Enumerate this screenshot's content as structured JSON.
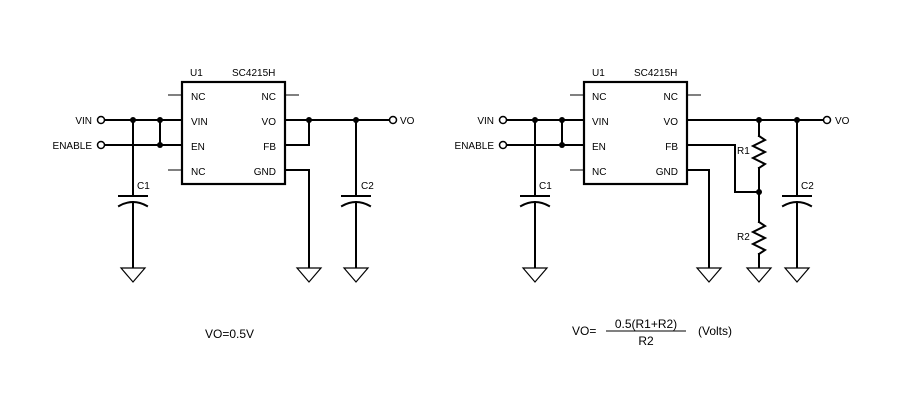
{
  "left_circuit": {
    "ref": "U1",
    "part": "SC4215H",
    "pins_left": [
      "NC",
      "VIN",
      "EN",
      "NC"
    ],
    "pins_right": [
      "NC",
      "VO",
      "FB",
      "GND"
    ],
    "input_label": "VIN",
    "enable_label": "ENABLE",
    "output_label": "VO",
    "c_in": "C1",
    "c_out": "C2",
    "equation": "VO=0.5V"
  },
  "right_circuit": {
    "ref": "U1",
    "part": "SC4215H",
    "pins_left": [
      "NC",
      "VIN",
      "EN",
      "NC"
    ],
    "pins_right": [
      "NC",
      "VO",
      "FB",
      "GND"
    ],
    "input_label": "VIN",
    "enable_label": "ENABLE",
    "output_label": "VO",
    "c_in": "C1",
    "c_out": "C2",
    "r_top": "R1",
    "r_bottom": "R2",
    "equation": {
      "lhs": "VO=",
      "numerator": "0.5(R1+R2)",
      "denominator": "R2",
      "unit": "(Volts)"
    }
  }
}
